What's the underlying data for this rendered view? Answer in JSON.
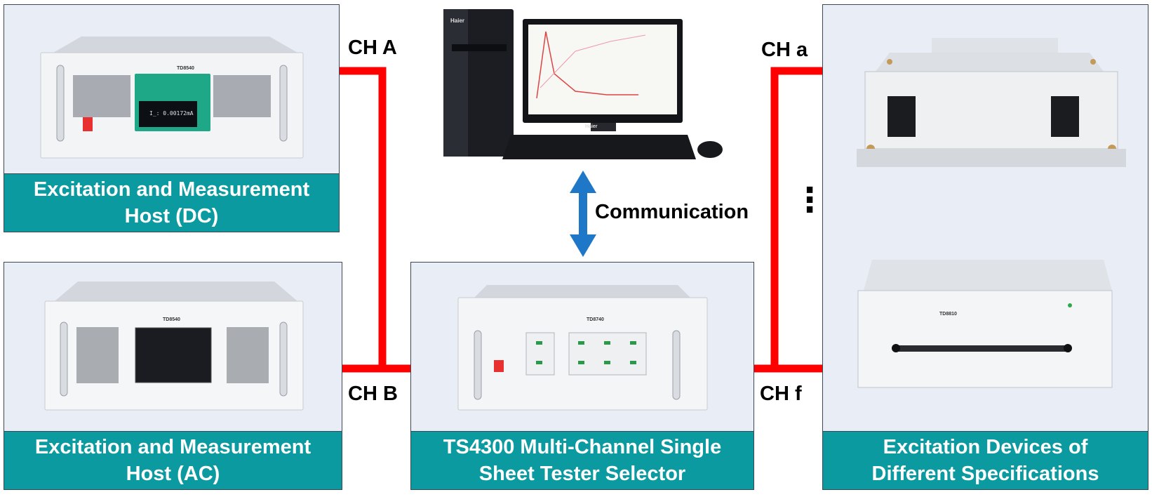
{
  "labels": {
    "ch_a": "CH A",
    "ch_b": "CH B",
    "ch_a_lower": "CH a",
    "ch_f": "CH f",
    "communication": "Communication",
    "ellipsis": "⋮"
  },
  "boxes": {
    "dc_host": {
      "line1": "Excitation and Measurement",
      "line2": "Host  (DC)"
    },
    "ac_host": {
      "line1": "Excitation and Measurement",
      "line2": "Host (AC)"
    },
    "selector": {
      "line1": "TS4300 Multi-Channel Single",
      "line2": "Sheet Tester Selector"
    },
    "excitation": {
      "line1": "Excitation Devices of",
      "line2": "Different Specifications"
    }
  },
  "device_text": {
    "dc_model": "TD8540",
    "dc_readout": "I_: 0.00172mA",
    "ac_model": "TD8540",
    "selector_model": "TD8740",
    "right_model": "TD8810",
    "monitor_brand": "Haier",
    "tower_brand": "Haier"
  },
  "colors": {
    "wire": "#ff0000",
    "arrow": "#1f77c8",
    "caption": "#0b9aa0",
    "panel": "#e8edf6"
  }
}
